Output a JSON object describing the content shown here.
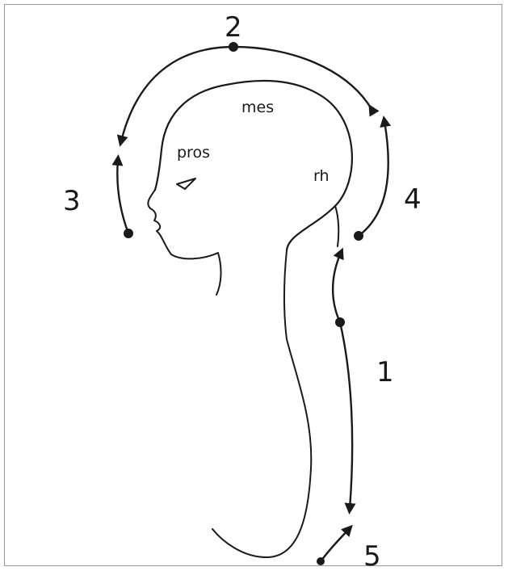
{
  "labels": {
    "region_mes": "mes",
    "region_pros": "pros",
    "region_rh": "rh"
  },
  "flows": {
    "flow1": "1",
    "flow2": "2",
    "flow3": "3",
    "flow4": "4",
    "flow5": "5"
  },
  "colors": {
    "ink": "#1a1a1a",
    "frame": "#9a9a9a",
    "background": "#ffffff"
  }
}
